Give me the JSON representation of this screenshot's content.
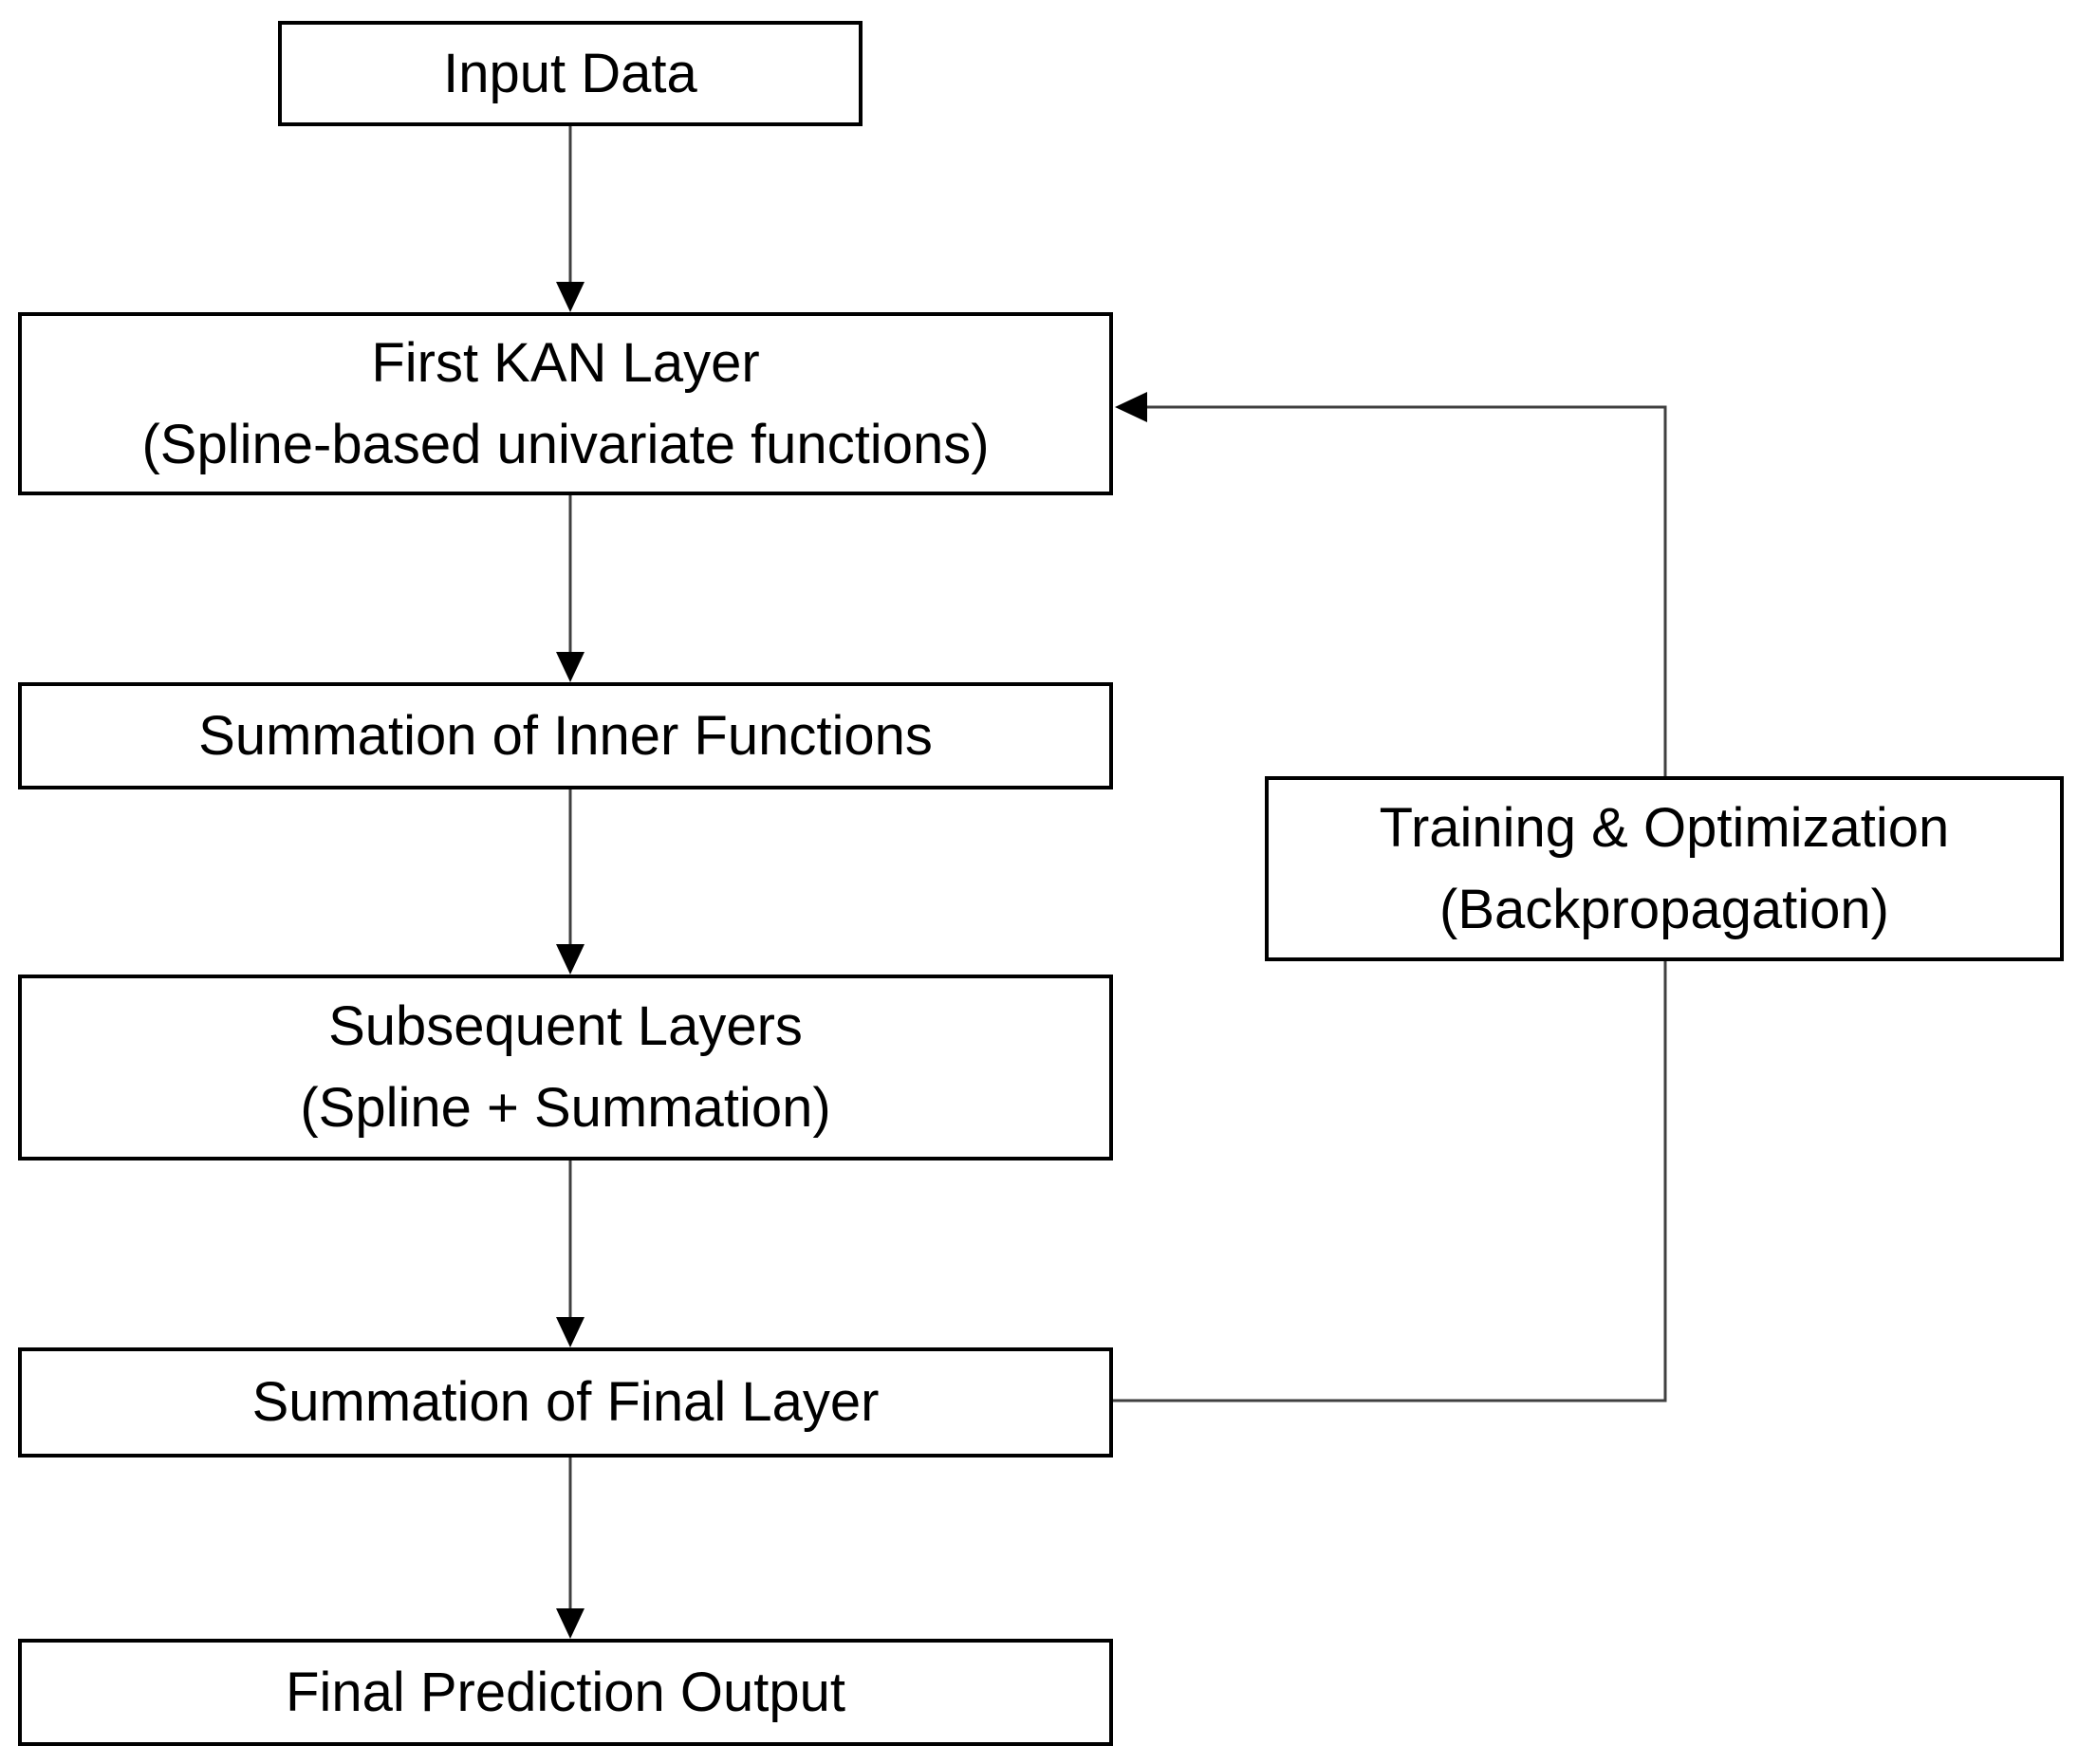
{
  "figure": {
    "type": "flowchart",
    "background": "#ffffff",
    "colors": {
      "box_border": "#000000",
      "box_fill": "#ffffff",
      "connector": "#404040",
      "arrowhead": "#000000",
      "text": "#000000"
    },
    "nodes": {
      "input_data": {
        "label": "Input Data"
      },
      "first_kan_layer": {
        "title": "First KAN Layer",
        "subtitle": "(Spline-based univariate functions)"
      },
      "summation_inner": {
        "label": "Summation of Inner Functions"
      },
      "subsequent_layers": {
        "title": "Subsequent Layers",
        "subtitle": "(Spline + Summation)"
      },
      "summation_final": {
        "label": "Summation of Final Layer"
      },
      "final_prediction": {
        "label": "Final Prediction Output"
      },
      "training_optimization": {
        "title": "Training & Optimization",
        "subtitle": "(Backpropagation)"
      }
    },
    "edges": [
      {
        "from": "input_data",
        "to": "first_kan_layer",
        "type": "arrow-down"
      },
      {
        "from": "first_kan_layer",
        "to": "summation_inner",
        "type": "arrow-down"
      },
      {
        "from": "summation_inner",
        "to": "subsequent_layers",
        "type": "arrow-down"
      },
      {
        "from": "subsequent_layers",
        "to": "summation_final",
        "type": "arrow-down"
      },
      {
        "from": "summation_final",
        "to": "final_prediction",
        "type": "arrow-down"
      },
      {
        "from": "summation_final",
        "to": "first_kan_layer",
        "via": "training_optimization",
        "type": "feedback-loop"
      }
    ]
  }
}
